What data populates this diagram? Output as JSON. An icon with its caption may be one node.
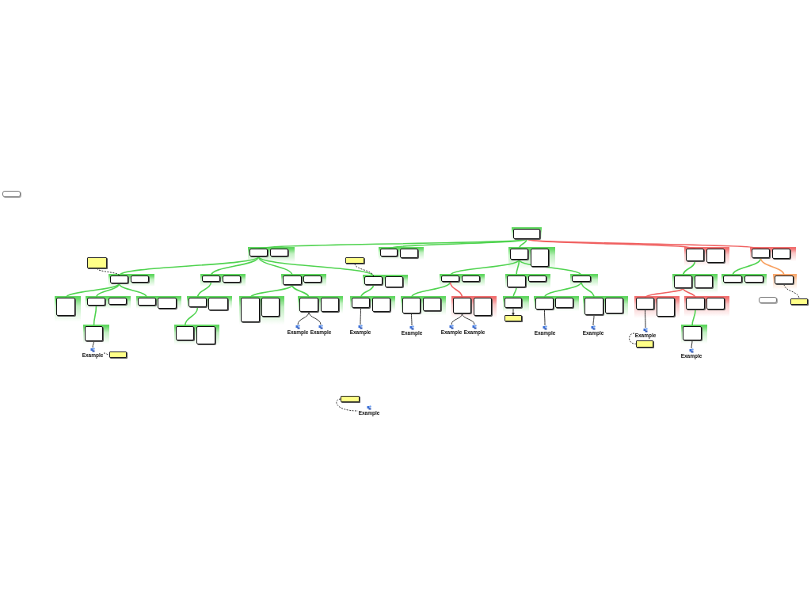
{
  "diagram": {
    "nodes": [
      {
        "text": [],
        "shape": "box"
      },
      {
        "text": [],
        "shape": "box"
      },
      {
        "text": [],
        "shape": "box"
      },
      {
        "text": [],
        "shape": "box"
      },
      {
        "text": [],
        "shape": "box"
      },
      {
        "text": [],
        "shape": "box"
      },
      {
        "text": [],
        "shape": "box"
      },
      {
        "text": [],
        "shape": "box"
      },
      {
        "text": [],
        "shape": "box"
      },
      {
        "text": [],
        "shape": "box"
      },
      {
        "text": [],
        "shape": "box"
      },
      {
        "text": [],
        "shape": "box"
      },
      {
        "text": [],
        "shape": "box"
      },
      {
        "text": [],
        "shape": "box"
      },
      {
        "text": [],
        "shape": "box"
      },
      {
        "text": [],
        "shape": "box"
      },
      {
        "text": [],
        "shape": "box"
      },
      {
        "text": [],
        "shape": "box"
      },
      {
        "text": [],
        "shape": "box"
      },
      {
        "text": [],
        "shape": "box"
      },
      {
        "text": [],
        "shape": "box"
      },
      {
        "text": [],
        "shape": "box"
      },
      {
        "text": [],
        "shape": "box"
      },
      {
        "text": [],
        "shape": "box"
      },
      {
        "text": [],
        "shape": "box"
      },
      {
        "text": [],
        "shape": "box"
      },
      {
        "text": [],
        "shape": "box"
      },
      {
        "text": [],
        "shape": "box"
      },
      {
        "text": [],
        "shape": "box"
      },
      {
        "text": [],
        "shape": "box"
      },
      {
        "text": [],
        "shape": "box"
      },
      {
        "text": [],
        "shape": "box"
      },
      {
        "text": [],
        "shape": "box"
      },
      {
        "text": [],
        "shape": "box"
      },
      {
        "text": [],
        "shape": "box"
      },
      {
        "text": [],
        "shape": "box"
      },
      {
        "text": [],
        "shape": "box"
      },
      {
        "text": [],
        "shape": "box"
      },
      {
        "text": [],
        "shape": "box"
      },
      {
        "text": [],
        "shape": "box"
      },
      {
        "text": [],
        "shape": "box"
      },
      {
        "text": [],
        "shape": "box"
      },
      {
        "text": [],
        "shape": "box"
      },
      {
        "text": [],
        "shape": "box"
      },
      {
        "text": [],
        "shape": "box"
      },
      {
        "text": [],
        "shape": "box"
      },
      {
        "text": [],
        "shape": "box"
      },
      {
        "text": [],
        "shape": "box"
      },
      {
        "text": [],
        "shape": "box"
      },
      {
        "text": [],
        "shape": "box"
      },
      {
        "text": [],
        "shape": "box"
      },
      {
        "text": [],
        "shape": "box"
      },
      {
        "text": [],
        "shape": "box"
      },
      {
        "text": [],
        "shape": "box"
      },
      {
        "text": [],
        "shape": "box"
      },
      {
        "text": [],
        "shape": "box"
      },
      {
        "text": [],
        "shape": "box"
      },
      {
        "text": [],
        "shape": "box"
      },
      {
        "text": [],
        "shape": "box"
      },
      {
        "text": [],
        "shape": "box"
      },
      {
        "text": [],
        "shape": "box"
      },
      {
        "text": [],
        "shape": "box"
      },
      {
        "text": [],
        "shape": "box"
      },
      {
        "text": [],
        "shape": "box"
      },
      {
        "text": [
          "Example"
        ]
      },
      {
        "text": [],
        "shape": "box"
      },
      {
        "text": [
          "Example"
        ]
      },
      {
        "text": [
          "Example"
        ]
      },
      {
        "text": [
          "Example"
        ]
      },
      {
        "text": [
          "Example"
        ]
      },
      {
        "text": [
          "Example"
        ]
      },
      {
        "text": [
          "Example"
        ]
      },
      {
        "text": [
          "Example"
        ]
      },
      {
        "text": [
          "Example"
        ]
      },
      {
        "text": [
          "Example"
        ]
      },
      {
        "text": [],
        "shape": "box"
      },
      {
        "text": [
          "Example"
        ]
      },
      {
        "text": [],
        "shape": "box"
      },
      {
        "text": [
          "Example"
        ]
      },
      {
        "text": [],
        "shape": "box"
      }
    ],
    "edges": [
      {
        "from": 0,
        "to": 1,
        "arrow": "none"
      },
      {
        "from": 0,
        "to": 3,
        "arrow": "none"
      },
      {
        "from": 0,
        "to": 5,
        "arrow": "none"
      },
      {
        "from": 0,
        "to": 7,
        "arrow": "none",
        "color": "#f06060"
      },
      {
        "from": 0,
        "to": 9,
        "arrow": "none",
        "color": "#f06060"
      },
      {
        "from": 1,
        "to": 13,
        "arrow": "none"
      },
      {
        "from": 1,
        "to": 15,
        "arrow": "none"
      },
      {
        "from": 1,
        "to": 17,
        "arrow": "none"
      },
      {
        "from": 1,
        "to": 19,
        "arrow": "none"
      },
      {
        "from": 11,
        "to": 13,
        "arrow": "none",
        "style": "dashed",
        "color": "#333333"
      },
      {
        "from": 12,
        "to": 19,
        "arrow": "none",
        "style": "dashed",
        "color": "#333333"
      },
      {
        "from": 5,
        "to": 21,
        "arrow": "none"
      },
      {
        "from": 5,
        "to": 23,
        "arrow": "none"
      },
      {
        "from": 5,
        "to": 25,
        "arrow": "none"
      },
      {
        "from": 7,
        "to": 26,
        "arrow": "none"
      },
      {
        "from": 9,
        "to": 28,
        "arrow": "none"
      },
      {
        "from": 9,
        "to": 30,
        "arrow": "none",
        "color": "#f8a060"
      },
      {
        "from": 30,
        "to": 32,
        "arrow": "none",
        "style": "dashed",
        "color": "#333333"
      },
      {
        "from": 13,
        "to": 33,
        "arrow": "none"
      },
      {
        "from": 13,
        "to": 34,
        "arrow": "none"
      },
      {
        "from": 13,
        "to": 36,
        "arrow": "none"
      },
      {
        "from": 15,
        "to": 38,
        "arrow": "none"
      },
      {
        "from": 17,
        "to": 40,
        "arrow": "none"
      },
      {
        "from": 17,
        "to": 42,
        "arrow": "none"
      },
      {
        "from": 19,
        "to": 44,
        "arrow": "none"
      },
      {
        "from": 21,
        "to": 46,
        "arrow": "none"
      },
      {
        "from": 21,
        "to": 48,
        "arrow": "none",
        "color": "#f06060"
      },
      {
        "from": 23,
        "to": 50,
        "arrow": "none"
      },
      {
        "from": 50,
        "to": 51,
        "arrow": "to",
        "color": "#333333"
      },
      {
        "from": 25,
        "to": 52,
        "arrow": "none"
      },
      {
        "from": 25,
        "to": 54,
        "arrow": "none"
      },
      {
        "from": 26,
        "to": 56,
        "arrow": "none",
        "color": "#f06060"
      },
      {
        "from": 26,
        "to": 58,
        "arrow": "none",
        "color": "#f06060"
      },
      {
        "from": 34,
        "to": 60,
        "arrow": "none"
      },
      {
        "from": 38,
        "to": 61,
        "arrow": "none"
      },
      {
        "from": 58,
        "to": 63,
        "arrow": "none"
      },
      {
        "from": 60,
        "to": 64,
        "arrow": "none",
        "color": "#333333"
      },
      {
        "from": 64,
        "to": 65,
        "arrow": "none",
        "style": "dashed",
        "color": "#333333"
      },
      {
        "from": 42,
        "to": 66,
        "arrow": "none",
        "color": "#333333"
      },
      {
        "from": 42,
        "to": 67,
        "arrow": "none",
        "color": "#333333"
      },
      {
        "from": 44,
        "to": 68,
        "arrow": "none",
        "color": "#333333"
      },
      {
        "from": 46,
        "to": 69,
        "arrow": "none",
        "color": "#333333"
      },
      {
        "from": 48,
        "to": 70,
        "arrow": "none",
        "color": "#333333"
      },
      {
        "from": 48,
        "to": 71,
        "arrow": "none",
        "color": "#333333"
      },
      {
        "from": 52,
        "to": 72,
        "arrow": "none",
        "color": "#333333"
      },
      {
        "from": 54,
        "to": 73,
        "arrow": "none",
        "color": "#333333"
      },
      {
        "from": 56,
        "to": 74,
        "arrow": "none",
        "color": "#333333"
      },
      {
        "from": 74,
        "to": 75,
        "arrow": "none",
        "style": "dashed",
        "color": "#333333"
      },
      {
        "from": 63,
        "to": 76,
        "arrow": "none",
        "color": "#333333"
      },
      {
        "from": 77,
        "to": 78,
        "arrow": "none",
        "style": "dashed",
        "color": "#333333"
      }
    ]
  }
}
